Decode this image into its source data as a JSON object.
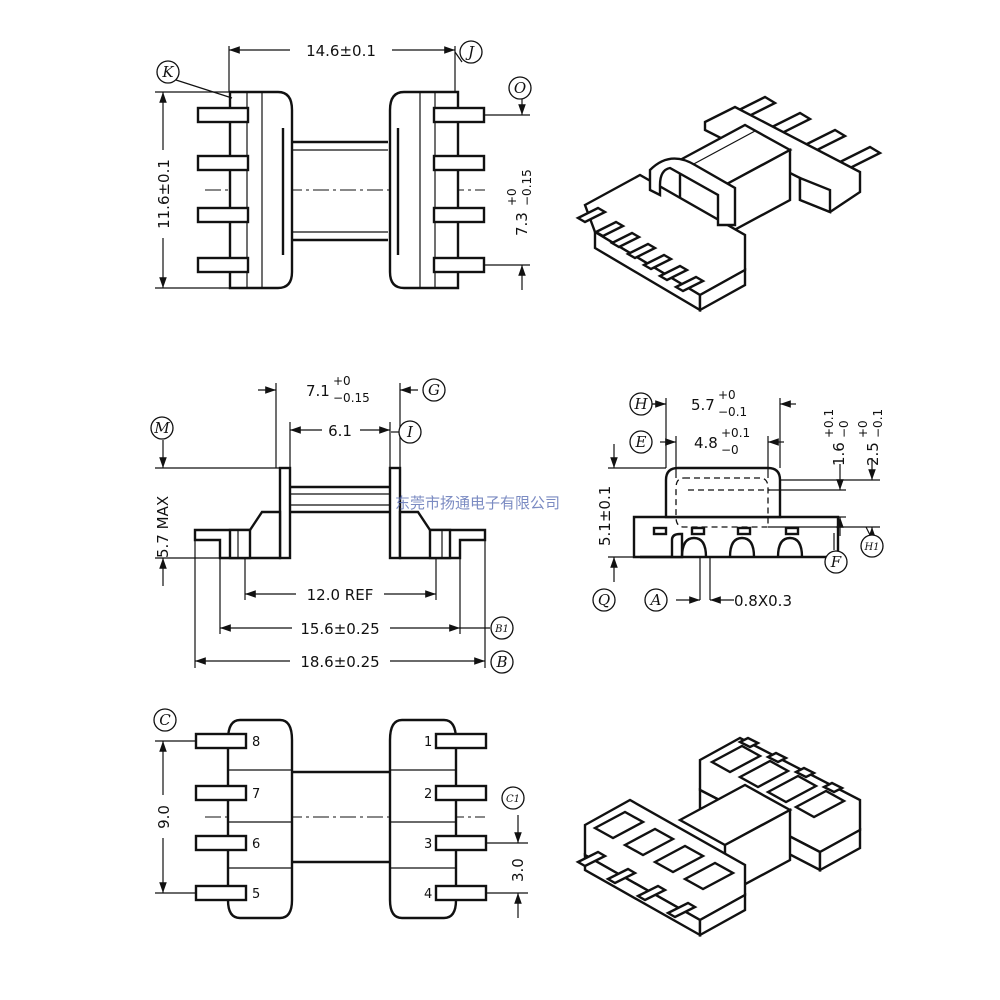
{
  "diagram": {
    "labels": {
      "K": "K",
      "J": "J",
      "O": "O",
      "M": "M",
      "G": "G",
      "I": "I",
      "H": "H",
      "E": "E",
      "B1": "B1",
      "B": "B",
      "Q": "Q",
      "A": "A",
      "F": "F",
      "H1": "H1",
      "C": "C",
      "C1": "C1"
    },
    "dimensions": {
      "top_width": "14.6±0.1",
      "top_height": "11.6±0.1",
      "top_pin_span": "7.3",
      "top_pin_span_tol_upper": "+0",
      "top_pin_span_tol_lower": "−0.15",
      "side_flange": "7.1",
      "side_flange_tol_upper": "+0",
      "side_flange_tol_lower": "−0.15",
      "side_inner": "6.1",
      "side_height": "5.7 MAX",
      "side_ref": "12.0 REF",
      "side_b1": "15.6±0.25",
      "side_b": "18.6±0.25",
      "end_width": "5.7",
      "end_width_tol_upper": "+0",
      "end_width_tol_lower": "−0.1",
      "end_inner": "4.8",
      "end_inner_tol_upper": "+0.1",
      "end_inner_tol_lower": "−0",
      "end_height": "5.1±0.1",
      "end_slot_h": "1.6",
      "end_slot_h_tol_upper": "+0.1",
      "end_slot_h_tol_lower": "−0",
      "end_slot_h2": "2.5",
      "end_slot_h2_tol_upper": "+0",
      "end_slot_h2_tol_lower": "−0.1",
      "end_pin": "0.8X0.3",
      "bottom_span": "9.0",
      "bottom_pitch": "3.0"
    },
    "pins": {
      "left": [
        "8",
        "7",
        "6",
        "5"
      ],
      "right": [
        "1",
        "2",
        "3",
        "4"
      ]
    },
    "watermark": "东莞市扬通电子有限公司"
  }
}
